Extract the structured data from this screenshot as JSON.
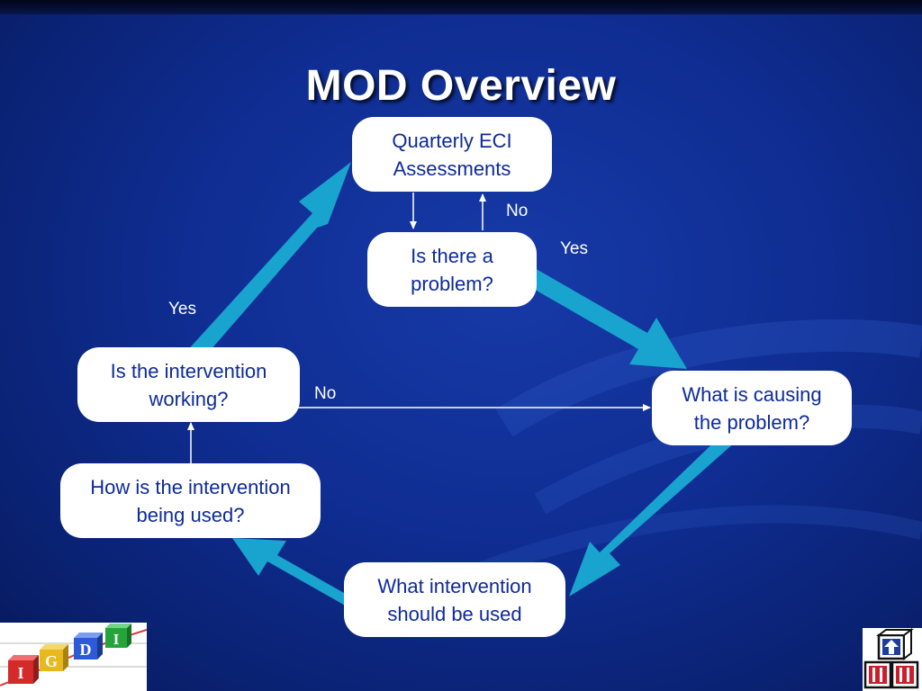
{
  "slide": {
    "title": "MOD Overview"
  },
  "nodes": {
    "quarterly": "Quarterly ECI\nAssessments",
    "problem": "Is there a\nproblem?",
    "causing": "What is causing\nthe problem?",
    "which_intervention": "What intervention\nshould be used",
    "how_used": "How is the intervention\nbeing used?",
    "working": "Is the intervention\nworking?"
  },
  "edge_labels": {
    "no_top": "No",
    "yes_problem": "Yes",
    "yes_working": "Yes",
    "no_working": "No"
  },
  "logos": {
    "igdi_letters": [
      "I",
      "G",
      "D",
      "I"
    ]
  },
  "colors": {
    "background": "#0f2d92",
    "arrow": "#19a3cf",
    "node_fill": "#ffffff",
    "node_text": "#0d2a9a"
  }
}
